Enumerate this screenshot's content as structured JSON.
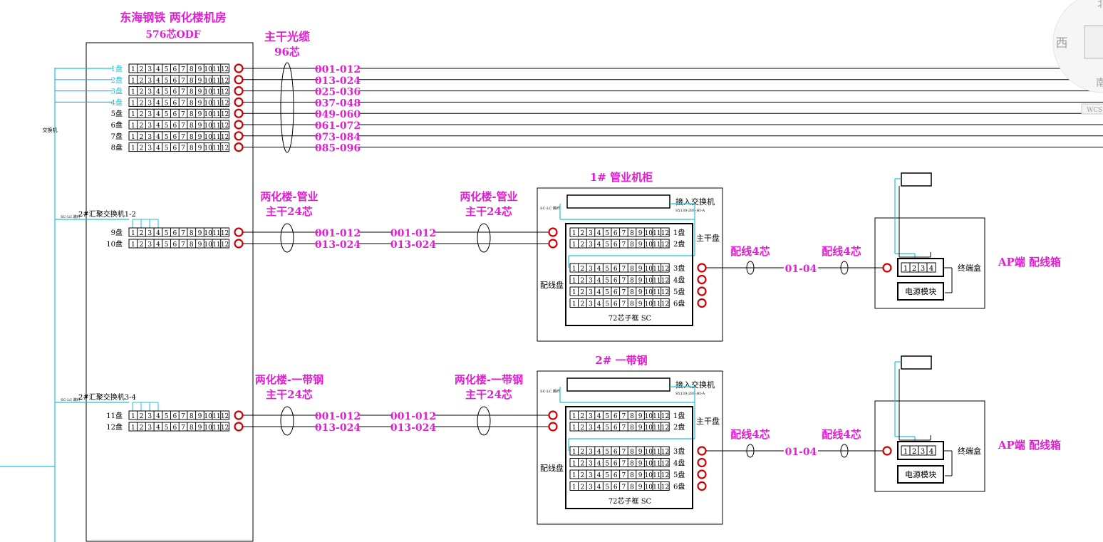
{
  "colors": {
    "magenta": "#e020d0",
    "cyan": "#20c0d8",
    "black": "#000000",
    "red": "#d00000",
    "gray": "#a0a0a0"
  },
  "odf": {
    "title": "东海钢铁  两化楼机房",
    "subtitle": "576芯ODF",
    "side_label": "交换机",
    "ports": [
      "1",
      "2",
      "3",
      "4",
      "5",
      "6",
      "7",
      "8",
      "9",
      "10",
      "11",
      "12"
    ]
  },
  "main_cable": {
    "label_line1": "主干光缆",
    "label_line2": "96芯",
    "trays": [
      {
        "tray": "1盘",
        "range": "001-012"
      },
      {
        "tray": "2盘",
        "range": "013-024"
      },
      {
        "tray": "3盘",
        "range": "025-036"
      },
      {
        "tray": "4盘",
        "range": "037-048"
      },
      {
        "tray": "5盘",
        "range": "049-060"
      },
      {
        "tray": "6盘",
        "range": "061-072"
      },
      {
        "tray": "7盘",
        "range": "073-084"
      },
      {
        "tray": "8盘",
        "range": "085-096"
      }
    ]
  },
  "branches": [
    {
      "switch_label": "2#汇聚交换机1-2",
      "jumper_label": "SC-LC 跳纤",
      "trays": [
        "9盘",
        "10盘"
      ],
      "cable_line1": "两化楼-管业",
      "cable_line2": "主干24芯",
      "ranges": [
        "001-012",
        "013-024"
      ],
      "cabinet_title": "1#   管业机柜",
      "access_switch": "接入交换机",
      "switch_model": "S5130-28S-HI-A",
      "main_tray_label": "主干盘",
      "patch_label": "配线盘",
      "cab_trays_top": [
        "1盘",
        "2盘"
      ],
      "cab_trays_bottom": [
        "3盘",
        "4盘",
        "5盘",
        "6盘"
      ],
      "box_caption": "72芯子框 SC",
      "dist_label_a": "配线4芯",
      "dist_label_b": "配线4芯",
      "dist_range": "01-04",
      "ap_title": "AP端  配线箱",
      "terminal_label": "终端盒",
      "power_label": "电源模块",
      "ap_ports": [
        "1",
        "2",
        "3",
        "4"
      ]
    },
    {
      "switch_label": "2#汇聚交换机3-4",
      "jumper_label": "SC-LC 跳纤",
      "trays": [
        "11盘",
        "12盘"
      ],
      "cable_line1": "两化楼-一带钢",
      "cable_line2": "主干24芯",
      "ranges": [
        "001-012",
        "013-024"
      ],
      "cabinet_title": "2#     一带钢",
      "access_switch": "接入交换机",
      "switch_model": "S5130-28S-HI-A",
      "main_tray_label": "主干盘",
      "patch_label": "配线盘",
      "cab_trays_top": [
        "1盘",
        "2盘"
      ],
      "cab_trays_bottom": [
        "3盘",
        "4盘",
        "5盘",
        "6盘"
      ],
      "box_caption": "72芯子框 SC",
      "dist_label_a": "配线4芯",
      "dist_label_b": "配线4芯",
      "dist_range": "01-04",
      "ap_title": "AP端  配线箱",
      "terminal_label": "终端盒",
      "power_label": "电源模块",
      "ap_ports": [
        "1",
        "2",
        "3",
        "4"
      ]
    }
  ],
  "viewcube": {
    "west": "西",
    "south": "南",
    "north": "北",
    "wcs": "WCS"
  }
}
